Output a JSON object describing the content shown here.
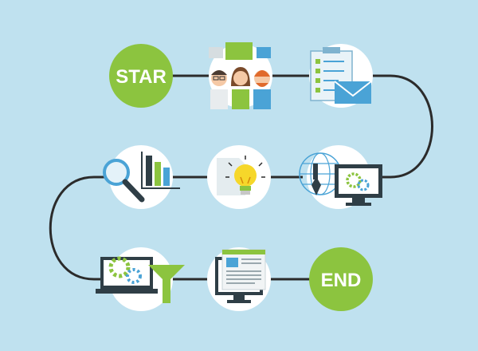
{
  "start_label": "STAR",
  "end_label": "END",
  "colors": {
    "background": "#bfe1ef",
    "accent_green": "#8cc43f",
    "line": "#2b2b2b",
    "node_fill": "#ffffff",
    "blue": "#4aa3d6",
    "dark": "#2f3e46"
  },
  "nodes": [
    {
      "name": "start",
      "icon": "start-node"
    },
    {
      "name": "team",
      "icon": "team-people-icon"
    },
    {
      "name": "checklist-mail",
      "icon": "checklist-envelope-icon"
    },
    {
      "name": "tools-monitor",
      "icon": "wrench-globe-monitor-icon"
    },
    {
      "name": "idea",
      "icon": "lightbulb-icon"
    },
    {
      "name": "analytics",
      "icon": "magnifier-barchart-icon"
    },
    {
      "name": "laptop-filter",
      "icon": "laptop-gears-funnel-icon"
    },
    {
      "name": "web-desktop",
      "icon": "desktop-webpage-icon"
    },
    {
      "name": "end",
      "icon": "end-node"
    }
  ]
}
